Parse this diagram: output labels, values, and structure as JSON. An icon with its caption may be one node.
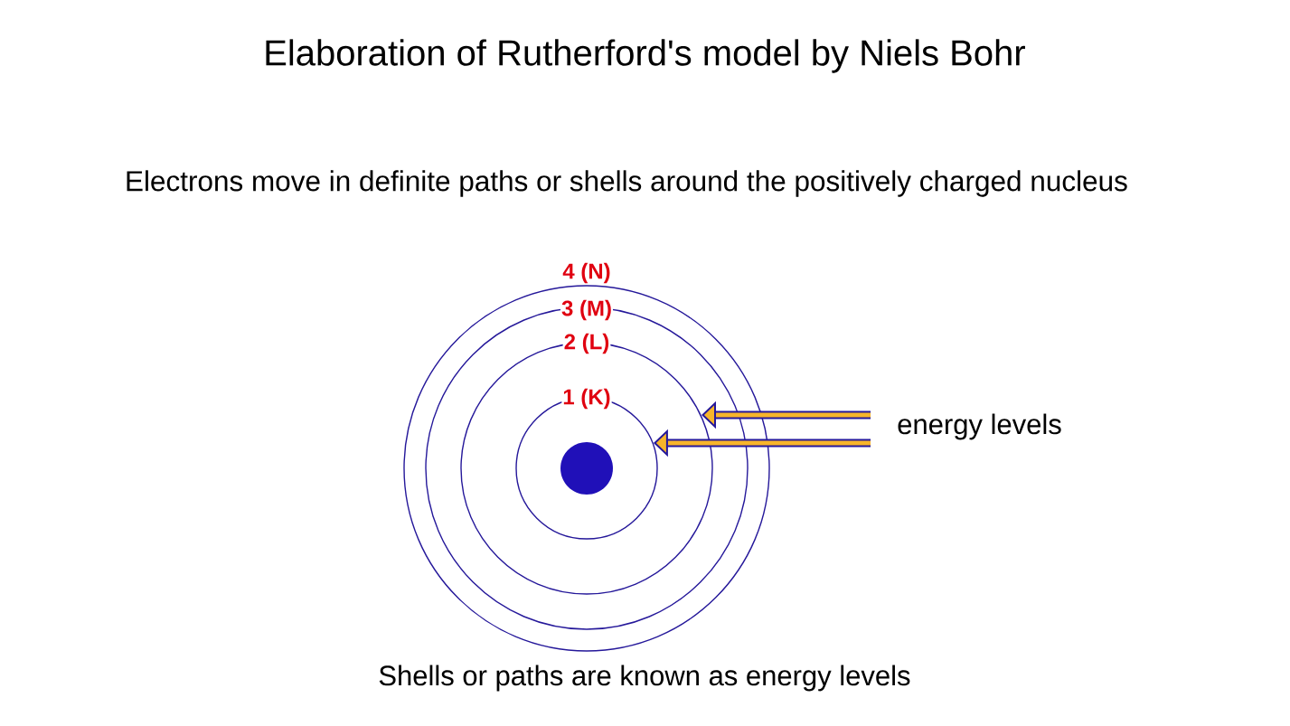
{
  "diagram": {
    "title": "Elaboration of Rutherford's model by Niels Bohr",
    "nodes": [
      {
        "text": [
          "4 (N)"
        ]
      },
      {
        "text": [
          "3 (M)"
        ],
        "in": 0
      },
      {
        "text": [
          "2 (L)"
        ],
        "in": 1
      },
      {
        "text": [
          "1 (K)"
        ],
        "in": 2
      },
      {
        "text": [],
        "shape": "circle",
        "in": 3
      },
      {
        "text": [
          "energy levels"
        ]
      }
    ],
    "edges": [
      {
        "from": 5,
        "to": 2,
        "arrow": "to"
      },
      {
        "from": 5,
        "to": 3,
        "arrow": "to"
      }
    ],
    "labels": [
      "Electrons move in definite paths or shells around the positively charged nucleus"
    ],
    "caption": "Shells or paths are known as energy levels"
  }
}
